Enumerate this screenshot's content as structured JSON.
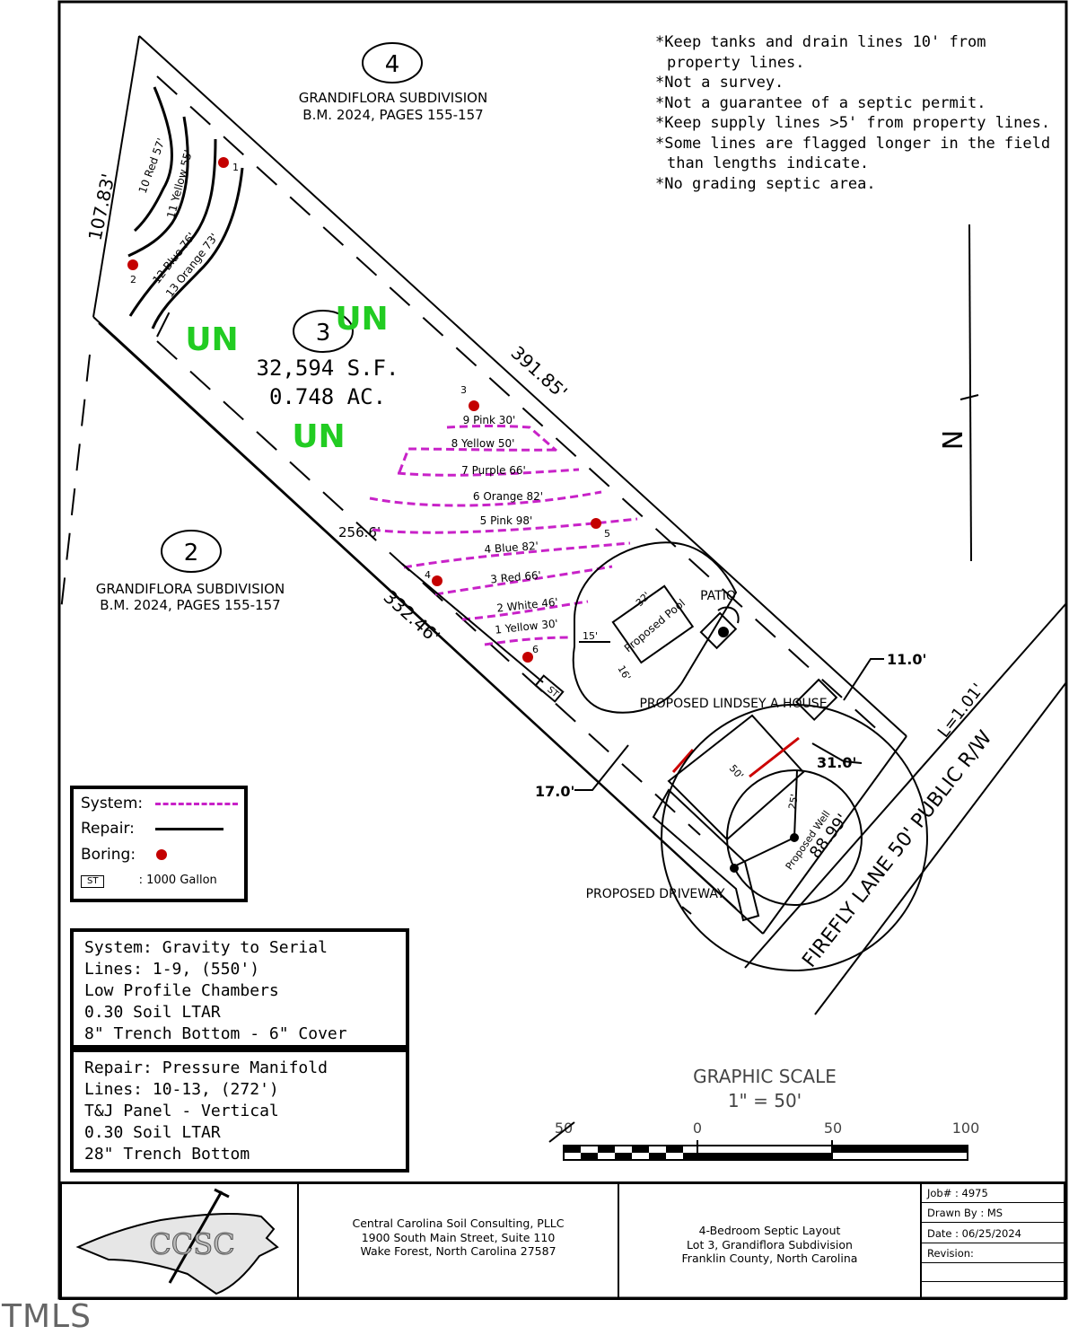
{
  "lots": {
    "lot4": {
      "number": "4",
      "subdivision": "GRANDIFLORA SUBDIVISION",
      "book": "B.M. 2024, PAGES 155-157"
    },
    "lot3": {
      "number": "3",
      "area_sf": "32,594 S.F.",
      "area_ac": "0.748 AC."
    },
    "lot2": {
      "number": "2",
      "subdivision": "GRANDIFLORA SUBDIVISION",
      "book": "B.M. 2024, PAGES 155-157"
    }
  },
  "boundary": {
    "west": "107.83'",
    "northeast": "391.85'",
    "southwest": "332.46'",
    "midline": "256.6'",
    "frontage_arc": "L=1.01'",
    "frontage": "88.99'"
  },
  "dimensions": {
    "d11": "11.0'",
    "d31": "31.0'",
    "d17": "17.0'",
    "d32": "32'",
    "d15": "15'",
    "d16": "16'",
    "d50": "50'",
    "d25": "25'"
  },
  "unsuitable_label": "UN",
  "system_lines": [
    "9 Pink 30'",
    "8 Yellow 50'",
    "7 Purple 66'",
    "6 Orange 82'",
    "5 Pink 98'",
    "4 Blue 82'",
    "3 Red 66'",
    "2 White 46'",
    "1 Yellow 30'"
  ],
  "repair_lines": [
    "10 Red 57'",
    "11 Yellow 55'",
    "12 Blue 76'",
    "13 Orange 73'"
  ],
  "borings": [
    "1",
    "2",
    "3",
    "4",
    "5",
    "6"
  ],
  "features": {
    "patio": "PATIO",
    "pool": "Proposed Pool",
    "house": "PROPOSED LINDSEY A HOUSE",
    "well": "Proposed Well",
    "driveway": "PROPOSED DRIVEWAY",
    "road": "FIREFLY LANE 50' PUBLIC R/W",
    "tank_tag": "ST",
    "north_arrow": "N"
  },
  "notes": [
    "*Keep tanks and drain lines 10' from property lines.",
    "*Not a survey.",
    "*Not a guarantee of a septic permit.",
    "*Keep supply lines >5' from property lines.",
    "*Some lines are flagged longer in the field than lengths indicate.",
    "*No grading septic area."
  ],
  "legend": {
    "system": "System:",
    "repair": "Repair:",
    "boring": "Boring:",
    "tank_tag": "ST",
    "tank_desc": ": 1000 Gallon"
  },
  "system_box": [
    "System: Gravity to Serial",
    "Lines: 1-9, (550')",
    "Low Profile Chambers",
    "0.30 Soil LTAR",
    "8\" Trench Bottom - 6\" Cover"
  ],
  "repair_box": [
    "Repair: Pressure Manifold",
    "Lines: 10-13, (272')",
    "T&J Panel - Vertical",
    "0.30 Soil LTAR",
    "28\" Trench Bottom"
  ],
  "scale": {
    "title": "GRAPHIC  SCALE",
    "ratio": "1\"  =  50'",
    "ticks": [
      "50",
      "0",
      "50",
      "100"
    ]
  },
  "title_block": {
    "logo_text": "CCSC",
    "company": [
      "Central Carolina Soil Consulting, PLLC",
      "1900 South Main Street, Suite 110",
      "Wake Forest, North Carolina 27587"
    ],
    "project": [
      "4-Bedroom  Septic Layout",
      "Lot 3, Grandiflora Subdivision",
      "Franklin County, North Carolina"
    ],
    "job": "Job# : 4975",
    "drawn_by": "Drawn By : MS",
    "date": "Date : 06/25/2024",
    "revision": "Revision:"
  },
  "watermark": "TMLS",
  "colors": {
    "system": "#c822c8",
    "boring": "#c40000",
    "unsuitable": "#22cc22",
    "red_accent": "#cc0000"
  }
}
